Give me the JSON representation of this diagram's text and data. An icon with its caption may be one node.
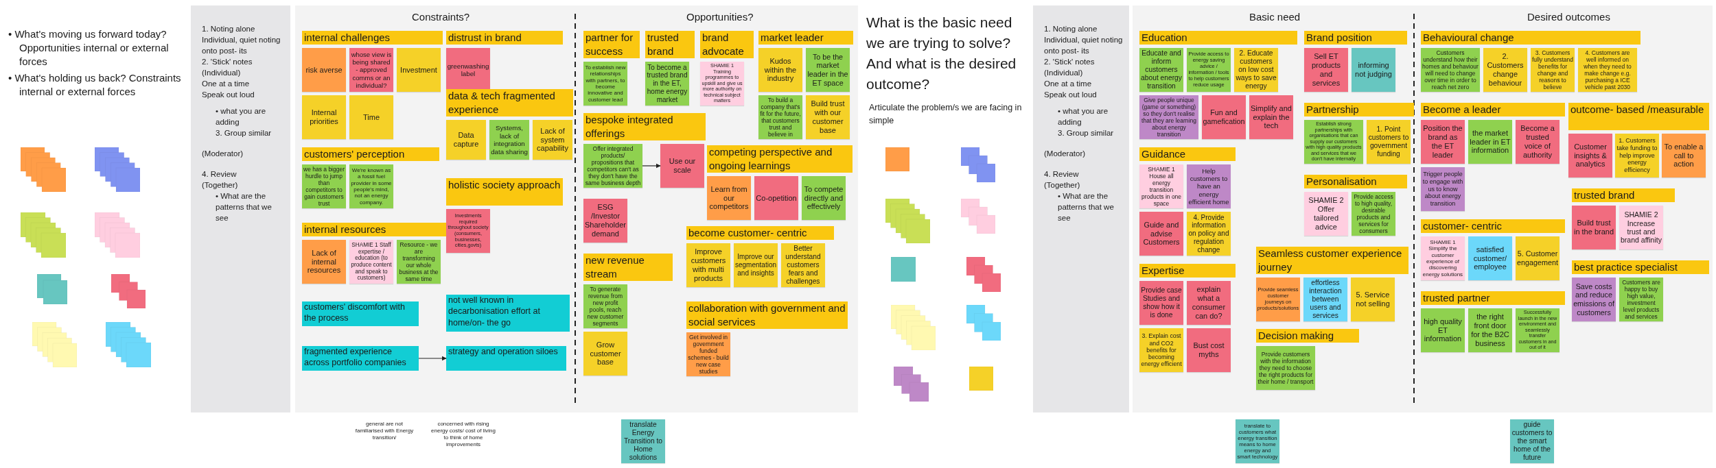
{
  "diagram": {
    "nodes": [
      {
        "text": [],
        "shape": "box"
      },
      {
        "text": [],
        "shape": "box"
      },
      {
        "text": [],
        "shape": "box"
      },
      {
        "text": [],
        "shape": "box"
      },
      {
        "text": [],
        "shape": "box"
      },
      {
        "text": [],
        "shape": "box"
      },
      {
        "text": [],
        "shape": "box"
      },
      {
        "text": [],
        "shape": "box"
      },
      {
        "text": [
          "1. Noting alone",
          "Individual, quiet noting onto post- its",
          "2. 'Stick' notes",
          "(Individual)",
          "One at a time",
          "Speak out loud",
          "• what you are adding",
          "3. Group similar",
          "(Moderator)",
          "4. Review",
          "(Together)",
          "• What are the patterns that we see"
        ]
      },
      {
        "text": [
          "Constraints?",
          "Opportunities?"
        ]
      },
      {
        "text": [
          "internal challenges"
        ],
        "in": 9
      },
      {
        "text": [
          "risk averse"
        ],
        "in": 9
      },
      {
        "text": [
          "whose view is being shared - approved comms or an individual?"
        ],
        "in": 9
      },
      {
        "text": [
          "Investment"
        ],
        "in": 9
      },
      {
        "text": [
          "Internal priorities"
        ],
        "in": 9
      },
      {
        "text": [
          "Time"
        ],
        "in": 9
      },
      {
        "text": [
          "distrust in brand"
        ],
        "in": 9
      },
      {
        "text": [
          "greenwashing label"
        ],
        "in": 9
      },
      {
        "text": [
          "data & tech fragmented experience"
        ],
        "in": 9
      },
      {
        "text": [
          "Data capture"
        ],
        "in": 9
      },
      {
        "text": [
          "Systems, lack of integration data sharing"
        ],
        "in": 9
      },
      {
        "text": [
          "Lack of system capability"
        ],
        "in": 9
      },
      {
        "text": [
          "customers' perception"
        ],
        "in": 9
      },
      {
        "text": [
          "we has a bigger hurdle to jump than competitors to gain customers trust"
        ],
        "in": 9
      },
      {
        "text": [
          "We're known as a fossil fuel provider in some people's mind, not an energy company."
        ],
        "in": 9
      },
      {
        "text": [
          "holistic society approach"
        ],
        "in": 9
      },
      {
        "text": [
          "Investments required throughout society (consumers, businesses, cities,govts)"
        ],
        "in": 9
      },
      {
        "text": [
          "internal resources"
        ],
        "in": 9
      },
      {
        "text": [
          "Lack of internal resources"
        ],
        "in": 9
      },
      {
        "text": [
          "SHAMIE 1 Staff expertise / education (to produce content and speak to customers)"
        ],
        "in": 9
      },
      {
        "text": [
          "Resource - we are transforming our whole business at the same time"
        ],
        "in": 9
      },
      {
        "text": [
          "customers' discomfort with the process"
        ],
        "in": 9
      },
      {
        "text": [
          "not well known in decarbonisation effort at home/on- the go"
        ],
        "in": 9
      },
      {
        "text": [
          "fragmented experience across portfolio companies"
        ],
        "in": 9
      },
      {
        "text": [
          "strategy and operation siloes"
        ],
        "in": 9
      },
      {
        "text": [
          "partner for success"
        ],
        "in": 9
      },
      {
        "text": [
          "To establish new relationships with partners, to become innovative and customer lead"
        ],
        "in": 9
      },
      {
        "text": [
          "trusted brand"
        ],
        "in": 9
      },
      {
        "text": [
          "To become a trusted brand in the ET, home energy market"
        ],
        "in": 9
      },
      {
        "text": [
          "brand advocate"
        ],
        "in": 9
      },
      {
        "text": [
          "SHAMIE 1 Training programmes to upskill and give us more authority on technical subject matters"
        ],
        "in": 9
      },
      {
        "text": [
          "market leader"
        ],
        "in": 9
      },
      {
        "text": [
          "Kudos within the industry"
        ],
        "in": 9
      },
      {
        "text": [
          "To be the market leader in the ET space"
        ],
        "in": 9
      },
      {
        "text": [
          "To build a company that's fit for the future, that customers trust and believe in"
        ],
        "in": 9
      },
      {
        "text": [
          "Build trust with our customer base"
        ],
        "in": 9
      },
      {
        "text": [
          "bespoke integrated offerings"
        ],
        "in": 9
      },
      {
        "text": [
          "Offer integrated products/ propositions that competitors can't as they don't have the same business depth"
        ],
        "in": 9
      },
      {
        "text": [
          "Use our scale"
        ],
        "in": 9
      },
      {
        "text": [
          "competing perspective and ongoing learnings"
        ],
        "in": 9
      },
      {
        "text": [
          "Learn from our competitors"
        ],
        "in": 9
      },
      {
        "text": [
          "Co-opetition"
        ],
        "in": 9
      },
      {
        "text": [
          "To compete directly and effectively"
        ],
        "in": 9
      },
      {
        "text": [
          "ESG /Investor Shareholder demand"
        ],
        "in": 9
      },
      {
        "text": [
          "become customer- centric"
        ],
        "in": 9
      },
      {
        "text": [
          "Improve customers with multi products"
        ],
        "in": 9
      },
      {
        "text": [
          "Improve our segmentation and insights"
        ],
        "in": 9
      },
      {
        "text": [
          "Better understand customers fears and challenges"
        ],
        "in": 9
      },
      {
        "text": [
          "new revenue stream"
        ],
        "in": 9
      },
      {
        "text": [
          "To generate revenue from new profit pools, reach new customer segments"
        ],
        "in": 9
      },
      {
        "text": [
          "Grow customer base"
        ],
        "in": 9
      },
      {
        "text": [
          "collaboration with government and social services"
        ],
        "in": 9
      },
      {
        "text": [
          "Get involved in government funded schemes - build new case studies"
        ],
        "in": 9
      },
      {
        "text": [
          "translate Energy Transition to Home solutions"
        ]
      },
      {
        "text": [],
        "shape": "box"
      },
      {
        "text": [],
        "shape": "box"
      },
      {
        "text": [],
        "shape": "box"
      },
      {
        "text": [],
        "shape": "box"
      },
      {
        "text": [],
        "shape": "box"
      },
      {
        "text": [],
        "shape": "box"
      },
      {
        "text": [],
        "shape": "box"
      },
      {
        "text": [],
        "shape": "box"
      },
      {
        "text": [],
        "shape": "box"
      },
      {
        "text": [],
        "shape": "box"
      },
      {
        "text": [
          "1. Noting alone",
          "Individual, quiet noting onto post- its",
          "2. 'Stick' notes",
          "(Individual)",
          "One at a time",
          "Speak out loud",
          "• what you are adding",
          "3. Group similar",
          "(Moderator)",
          "4. Review",
          "(Together)",
          "• What are the patterns that we see"
        ]
      },
      {
        "text": [
          "Basic need",
          "Desired outcomes"
        ]
      },
      {
        "text": [
          "Education"
        ],
        "in": 75
      },
      {
        "text": [
          "Educate and inform customers about energy transition"
        ],
        "in": 75
      },
      {
        "text": [
          "Provide access to energy saving advice / information / tools to help customers reduce usage"
        ],
        "in": 75
      },
      {
        "text": [
          "2. Educate customers on low cost ways to save energy"
        ],
        "in": 75
      },
      {
        "text": [
          "Give people unique (game or something) so they don't realise that they are learning about energy transition"
        ],
        "in": 75
      },
      {
        "text": [
          "Fun and gamefication"
        ],
        "in": 75
      },
      {
        "text": [
          "Simplify and explain the tech"
        ],
        "in": 75
      },
      {
        "text": [
          "Brand position"
        ],
        "in": 75
      },
      {
        "text": [
          "Sell ET products and services"
        ],
        "in": 75
      },
      {
        "text": [
          "informing not judging"
        ],
        "in": 75
      },
      {
        "text": [
          "Partnership"
        ],
        "in": 75
      },
      {
        "text": [
          "Establish strong partnerships with organisations that can supply our customers with high quality products and services that we don't have internally"
        ],
        "in": 75
      },
      {
        "text": [
          "1. Point customers to government funding"
        ],
        "in": 75
      },
      {
        "text": [
          "Guidance"
        ],
        "in": 75
      },
      {
        "text": [
          "SHAMIE 1 House all energy transition products in one space"
        ],
        "in": 75
      },
      {
        "text": [
          "Help customers to have an energy efficient home"
        ],
        "in": 75
      },
      {
        "text": [
          "Guide and advise Customers"
        ],
        "in": 75
      },
      {
        "text": [
          "4. Provide information on policy and regulation change"
        ],
        "in": 75
      },
      {
        "text": [
          "Personalisation"
        ],
        "in": 75
      },
      {
        "text": [
          "SHAMIE 2 Offer tailored advice"
        ],
        "in": 75
      },
      {
        "text": [
          "Provide access to high quality, desirable products and services for consumers"
        ],
        "in": 75
      },
      {
        "text": [
          "Seamless customer experience journey"
        ],
        "in": 75
      },
      {
        "text": [
          "Provide seamless customer journeys on products/solutions"
        ],
        "in": 75
      },
      {
        "text": [
          "effortless interaction between users and services"
        ],
        "in": 75
      },
      {
        "text": [
          "5. Service not selling"
        ],
        "in": 75
      },
      {
        "text": [
          "Expertise"
        ],
        "in": 75
      },
      {
        "text": [
          "Provide case Studies and show how it is done"
        ],
        "in": 75
      },
      {
        "text": [
          "explain what a consumer can do?"
        ],
        "in": 75
      },
      {
        "text": [
          "3. Explain cost and CO2 benefits for becoming energy efficient"
        ],
        "in": 75
      },
      {
        "text": [
          "Bust cost myths"
        ],
        "in": 75
      },
      {
        "text": [
          "Decision making"
        ],
        "in": 75
      },
      {
        "text": [
          "Provide customers with the information they need to choose the right products for their home / transport"
        ],
        "in": 75
      },
      {
        "text": [
          "translate to customers what energy transition means to home energy and smart technology"
        ]
      },
      {
        "text": [
          "Behavioural change"
        ],
        "in": 75
      },
      {
        "text": [
          "Customers understand how their homes and behaviour will need to change over time in order to reach net zero"
        ],
        "in": 75
      },
      {
        "text": [
          "2. Customers change behaviour"
        ],
        "in": 75
      },
      {
        "text": [
          "3. Customers fully understand benefits for change and reasons to believe"
        ],
        "in": 75
      },
      {
        "text": [
          "4. Customers are well informed on when they need to make change e.g. purchasing a ICE vehicle past 2030"
        ],
        "in": 75
      },
      {
        "text": [
          "outcome- based /measurable"
        ],
        "in": 75
      },
      {
        "text": [
          "Customer insights & analytics"
        ],
        "in": 75
      },
      {
        "text": [
          "1. Customers take funding to help improve energy efficiency"
        ],
        "in": 75
      },
      {
        "text": [
          "To enable a call to action"
        ],
        "in": 75
      },
      {
        "text": [
          "Become a leader"
        ],
        "in": 75
      },
      {
        "text": [
          "Position the brand as the ET leader"
        ],
        "in": 75
      },
      {
        "text": [
          "the market leader in ET information"
        ],
        "in": 75
      },
      {
        "text": [
          "Become a trusted voice of authority"
        ],
        "in": 75
      },
      {
        "text": [
          "Trigger people to engage with us to know about energy transition"
        ],
        "in": 75
      },
      {
        "text": [
          "trusted brand"
        ],
        "in": 75
      },
      {
        "text": [
          "Build trust in the brand"
        ],
        "in": 75
      },
      {
        "text": [
          "SHAMIE 2 Increase trust and brand affinity"
        ],
        "in": 75
      },
      {
        "text": [
          "customer- centric"
        ],
        "in": 75
      },
      {
        "text": [
          "SHAMIE 1 Simplify the customer experience of discovering energy solutions"
        ],
        "in": 75
      },
      {
        "text": [
          "satisfied customer/ employee"
        ],
        "in": 75
      },
      {
        "text": [
          "5. Customer engagement"
        ],
        "in": 75
      },
      {
        "text": [
          "trusted partner"
        ],
        "in": 75
      },
      {
        "text": [
          "high quality ET information"
        ],
        "in": 75
      },
      {
        "text": [
          "the right front door for the B2C business"
        ],
        "in": 75
      },
      {
        "text": [
          "Successfully launch in the new environment and seamlessly transfer customers in and out of it"
        ],
        "in": 75
      },
      {
        "text": [
          "best practice specialist"
        ],
        "in": 75
      },
      {
        "text": [
          "Save costs and reduce emissions of customers"
        ],
        "in": 75
      },
      {
        "text": [
          "Customers are happy to buy high value, investment level products and services"
        ],
        "in": 75
      },
      {
        "text": [
          "guide customers to the smart home of the future"
        ]
      }
    ],
    "edges": [
      {
        "from": 33,
        "to": 34,
        "arrow": "to"
      },
      {
        "from": 47,
        "to": 48,
        "arrow": "to"
      }
    ],
    "labels": [
      "• What's moving us forward today? Opportunities internal or external forces",
      "• What's holding us back? Constraints internal or external forces",
      "general are not familiarised with Energy transition/",
      "concerned with rising energy costs/ cost of living to think of home improvements",
      "What is the basic need we are trying to solve? And what is the desired outcome?",
      "Articulate the problem/s we are facing in simple"
    ]
  }
}
